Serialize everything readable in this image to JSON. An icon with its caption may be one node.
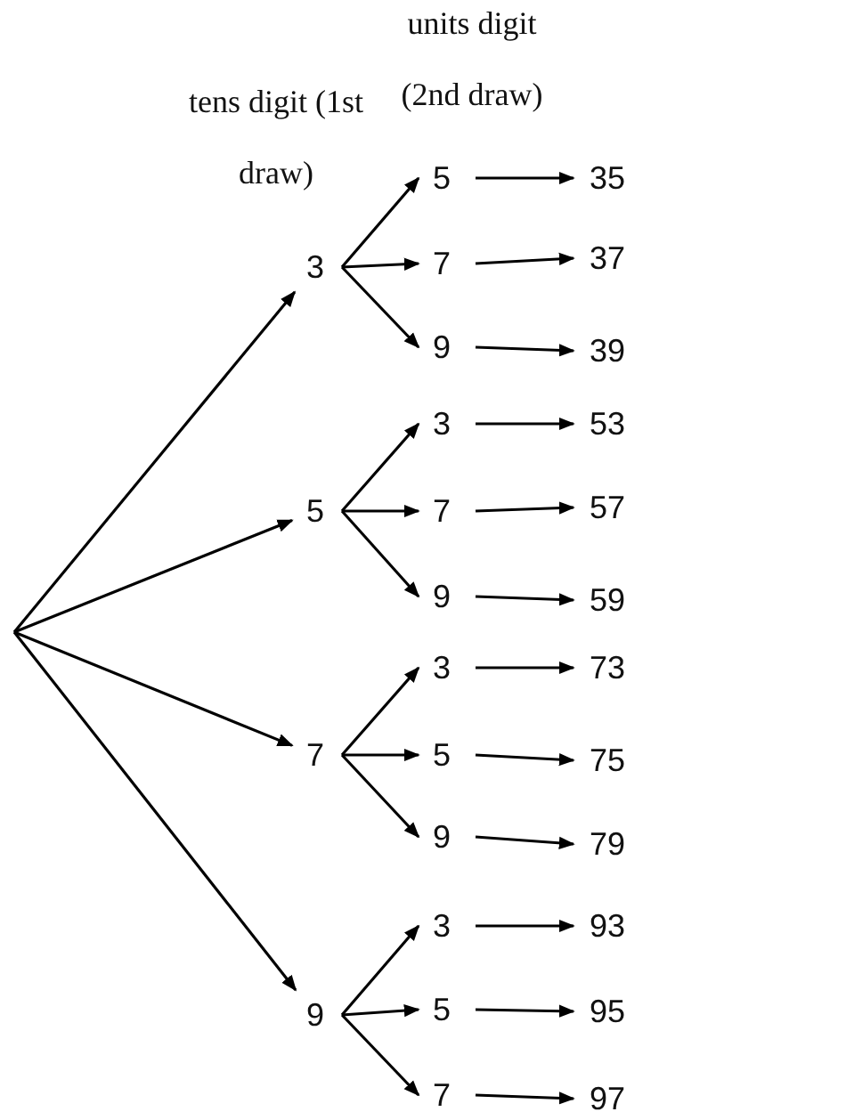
{
  "diagram": {
    "nodes": [
      {
        "text": [
          "3"
        ]
      },
      {
        "text": [
          "5"
        ]
      },
      {
        "text": [
          "7"
        ]
      },
      {
        "text": [
          "9"
        ]
      },
      {
        "text": [
          "5"
        ]
      },
      {
        "text": [
          "7"
        ]
      },
      {
        "text": [
          "9"
        ]
      },
      {
        "text": [
          "3"
        ]
      },
      {
        "text": [
          "7"
        ]
      },
      {
        "text": [
          "9"
        ]
      },
      {
        "text": [
          "3"
        ]
      },
      {
        "text": [
          "5"
        ]
      },
      {
        "text": [
          "9"
        ]
      },
      {
        "text": [
          "3"
        ]
      },
      {
        "text": [
          "5"
        ]
      },
      {
        "text": [
          "7"
        ]
      },
      {
        "text": [
          "35"
        ]
      },
      {
        "text": [
          "37"
        ]
      },
      {
        "text": [
          "39"
        ]
      },
      {
        "text": [
          "53"
        ]
      },
      {
        "text": [
          "57"
        ]
      },
      {
        "text": [
          "59"
        ]
      },
      {
        "text": [
          "73"
        ]
      },
      {
        "text": [
          "75"
        ]
      },
      {
        "text": [
          "79"
        ]
      },
      {
        "text": [
          "93"
        ]
      },
      {
        "text": [
          "95"
        ]
      },
      {
        "text": [
          "97"
        ]
      }
    ],
    "edges": [
      {
        "from": null,
        "to": 0,
        "arrow": "to"
      },
      {
        "from": null,
        "to": 1,
        "arrow": "to"
      },
      {
        "from": null,
        "to": 2,
        "arrow": "to"
      },
      {
        "from": null,
        "to": 3,
        "arrow": "to"
      },
      {
        "from": 0,
        "to": 4,
        "arrow": "to"
      },
      {
        "from": 0,
        "to": 5,
        "arrow": "to"
      },
      {
        "from": 0,
        "to": 6,
        "arrow": "to"
      },
      {
        "from": 1,
        "to": 7,
        "arrow": "to"
      },
      {
        "from": 1,
        "to": 8,
        "arrow": "to"
      },
      {
        "from": 1,
        "to": 9,
        "arrow": "to"
      },
      {
        "from": 2,
        "to": 10,
        "arrow": "to"
      },
      {
        "from": 2,
        "to": 11,
        "arrow": "to"
      },
      {
        "from": 2,
        "to": 12,
        "arrow": "to"
      },
      {
        "from": 3,
        "to": 13,
        "arrow": "to"
      },
      {
        "from": 3,
        "to": 14,
        "arrow": "to"
      },
      {
        "from": 3,
        "to": 15,
        "arrow": "to"
      },
      {
        "from": 4,
        "to": 16,
        "arrow": "to"
      },
      {
        "from": 5,
        "to": 17,
        "arrow": "to"
      },
      {
        "from": 6,
        "to": 18,
        "arrow": "to"
      },
      {
        "from": 7,
        "to": 19,
        "arrow": "to"
      },
      {
        "from": 8,
        "to": 20,
        "arrow": "to"
      },
      {
        "from": 9,
        "to": 21,
        "arrow": "to"
      },
      {
        "from": 10,
        "to": 22,
        "arrow": "to"
      },
      {
        "from": 11,
        "to": 23,
        "arrow": "to"
      },
      {
        "from": 12,
        "to": 24,
        "arrow": "to"
      },
      {
        "from": 13,
        "to": 25,
        "arrow": "to"
      },
      {
        "from": 14,
        "to": 26,
        "arrow": "to"
      },
      {
        "from": 15,
        "to": 27,
        "arrow": "to"
      }
    ],
    "labels": [
      "units digit (2nd draw)",
      "tens digit (1st draw)"
    ]
  }
}
